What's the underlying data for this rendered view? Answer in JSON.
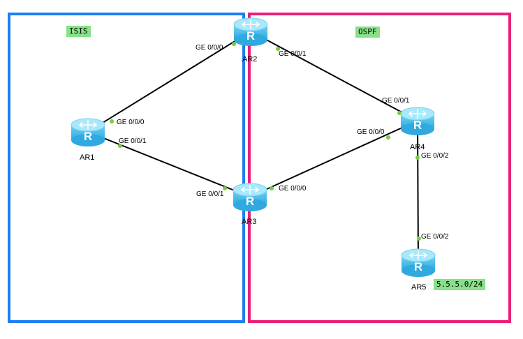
{
  "zones": [
    {
      "id": "isis",
      "label": "ISIS",
      "color": "#1e7ff0"
    },
    {
      "id": "ospf",
      "label": "OSPF",
      "color": "#ea1f79"
    }
  ],
  "routers": [
    {
      "id": "AR1",
      "label": "AR1"
    },
    {
      "id": "AR2",
      "label": "AR2"
    },
    {
      "id": "AR3",
      "label": "AR3"
    },
    {
      "id": "AR4",
      "label": "AR4"
    },
    {
      "id": "AR5",
      "label": "AR5"
    }
  ],
  "links": [
    {
      "from": "AR1",
      "to": "AR2",
      "from_port": "GE 0/0/0",
      "to_port": "GE 0/0/0"
    },
    {
      "from": "AR1",
      "to": "AR3",
      "from_port": "GE 0/0/1",
      "to_port": "GE 0/0/1"
    },
    {
      "from": "AR2",
      "to": "AR4",
      "from_port": "GE 0/0/1",
      "to_port": "GE 0/0/1"
    },
    {
      "from": "AR3",
      "to": "AR4",
      "from_port": "GE 0/0/0",
      "to_port": "GE 0/0/0"
    },
    {
      "from": "AR4",
      "to": "AR5",
      "from_port": "GE 0/0/2",
      "to_port": "GE 0/0/2"
    }
  ],
  "network_tag": "5.5.5.0/24",
  "colors": {
    "link": "#000000",
    "port_dot": "#7ac943",
    "router_top": "#a8e8fb",
    "router_body": "#4fc3ef"
  }
}
